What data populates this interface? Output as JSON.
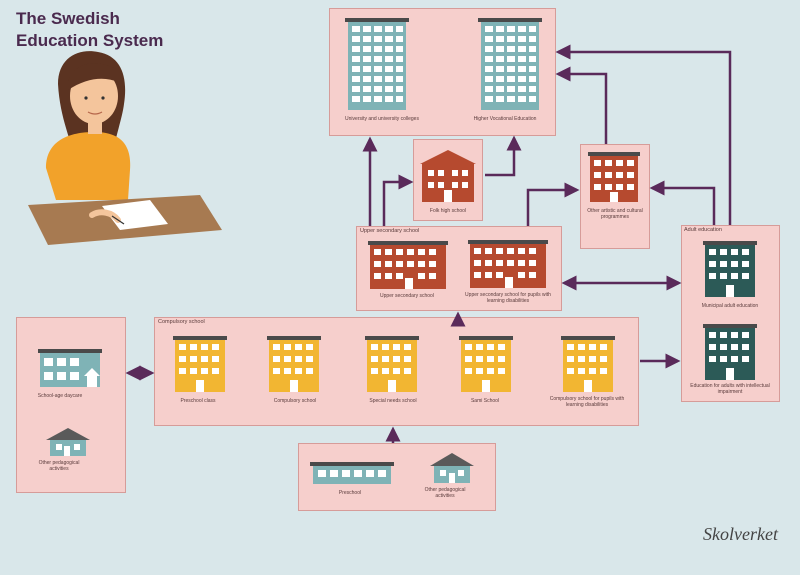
{
  "title_line1": "The Swedish",
  "title_line2": "Education System",
  "logo": "Skolverket",
  "colors": {
    "background": "#d9e7ea",
    "box_fill": "#f6cfcc",
    "box_border": "#d69c99",
    "arrow": "#5a2a5a",
    "building_teal": "#7fb3b6",
    "building_red": "#b64a2f",
    "building_yellow": "#f2b632",
    "building_dark_green": "#2c5a57"
  },
  "higher_education": {
    "university": "University and university colleges",
    "vocational": "Higher Vocational Education"
  },
  "folk_high_school": "Folk high school",
  "arts_programmes": "Other artistic and cultural programmes",
  "upper_secondary": {
    "header": "Upper secondary school",
    "school": "Upper secondary school",
    "learning_disabilities": "Upper secondary school for pupils with learning disabilities"
  },
  "adult_education": {
    "header": "Adult education",
    "municipal": "Municipal adult education",
    "intellectual_impairment": "Education for adults with intellectual impairment"
  },
  "compulsory": {
    "header": "Compulsory school",
    "preschool_class": "Preschool class",
    "compulsory_school": "Compulsory school",
    "special_needs": "Special needs school",
    "sami": "Sami School",
    "learning_disabilities": "Compulsory school for pupils with learning disabilities"
  },
  "left_box": {
    "daycare": "School-age daycare",
    "other": "Other pedagogical activities"
  },
  "bottom_box": {
    "preschool": "Preschool",
    "other": "Other pedagogical activities"
  }
}
